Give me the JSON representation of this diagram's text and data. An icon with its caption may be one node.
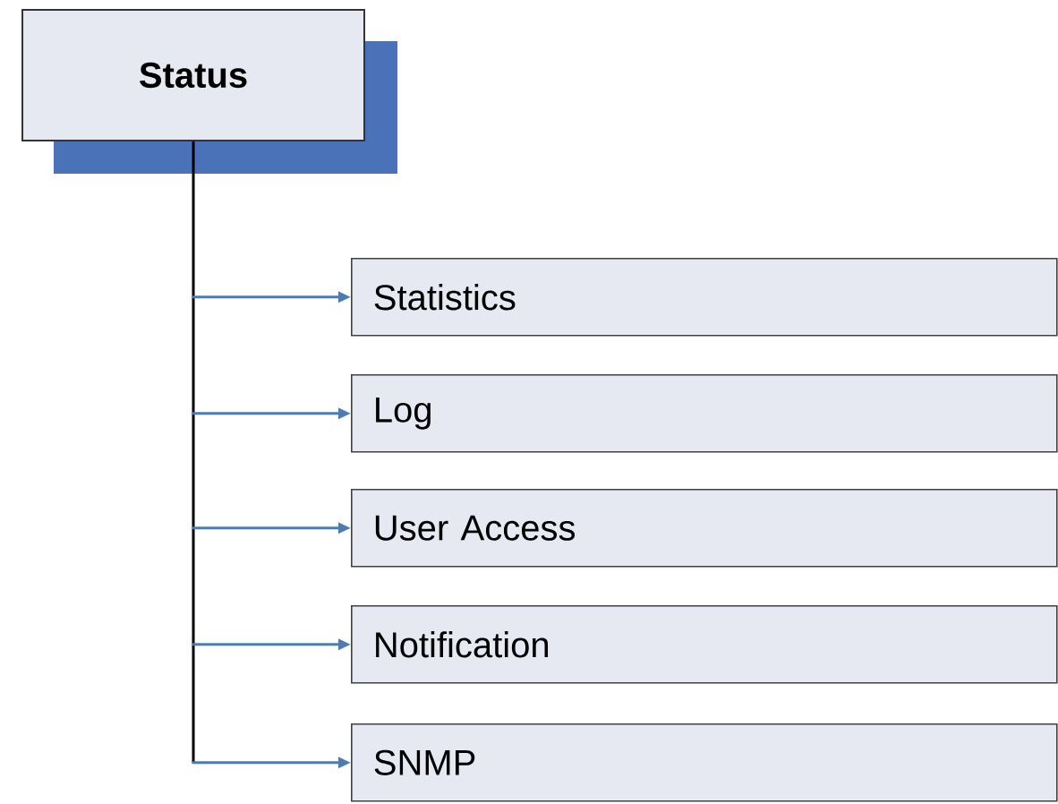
{
  "diagram": {
    "nodes": [
      {
        "text": [
          "Status"
        ]
      },
      {
        "text": [
          "Statistics"
        ]
      },
      {
        "text": [
          "Log"
        ]
      },
      {
        "text": [
          "User Access"
        ]
      },
      {
        "text": [
          "Notification"
        ]
      },
      {
        "text": [
          "SNMP"
        ]
      }
    ],
    "edges": [
      {
        "from": 0,
        "to": 1,
        "arrow": "to"
      },
      {
        "from": 0,
        "to": 2,
        "arrow": "to"
      },
      {
        "from": 0,
        "to": 3,
        "arrow": "to"
      },
      {
        "from": 0,
        "to": 4,
        "arrow": "to"
      },
      {
        "from": 0,
        "to": 5,
        "arrow": "to"
      }
    ]
  }
}
